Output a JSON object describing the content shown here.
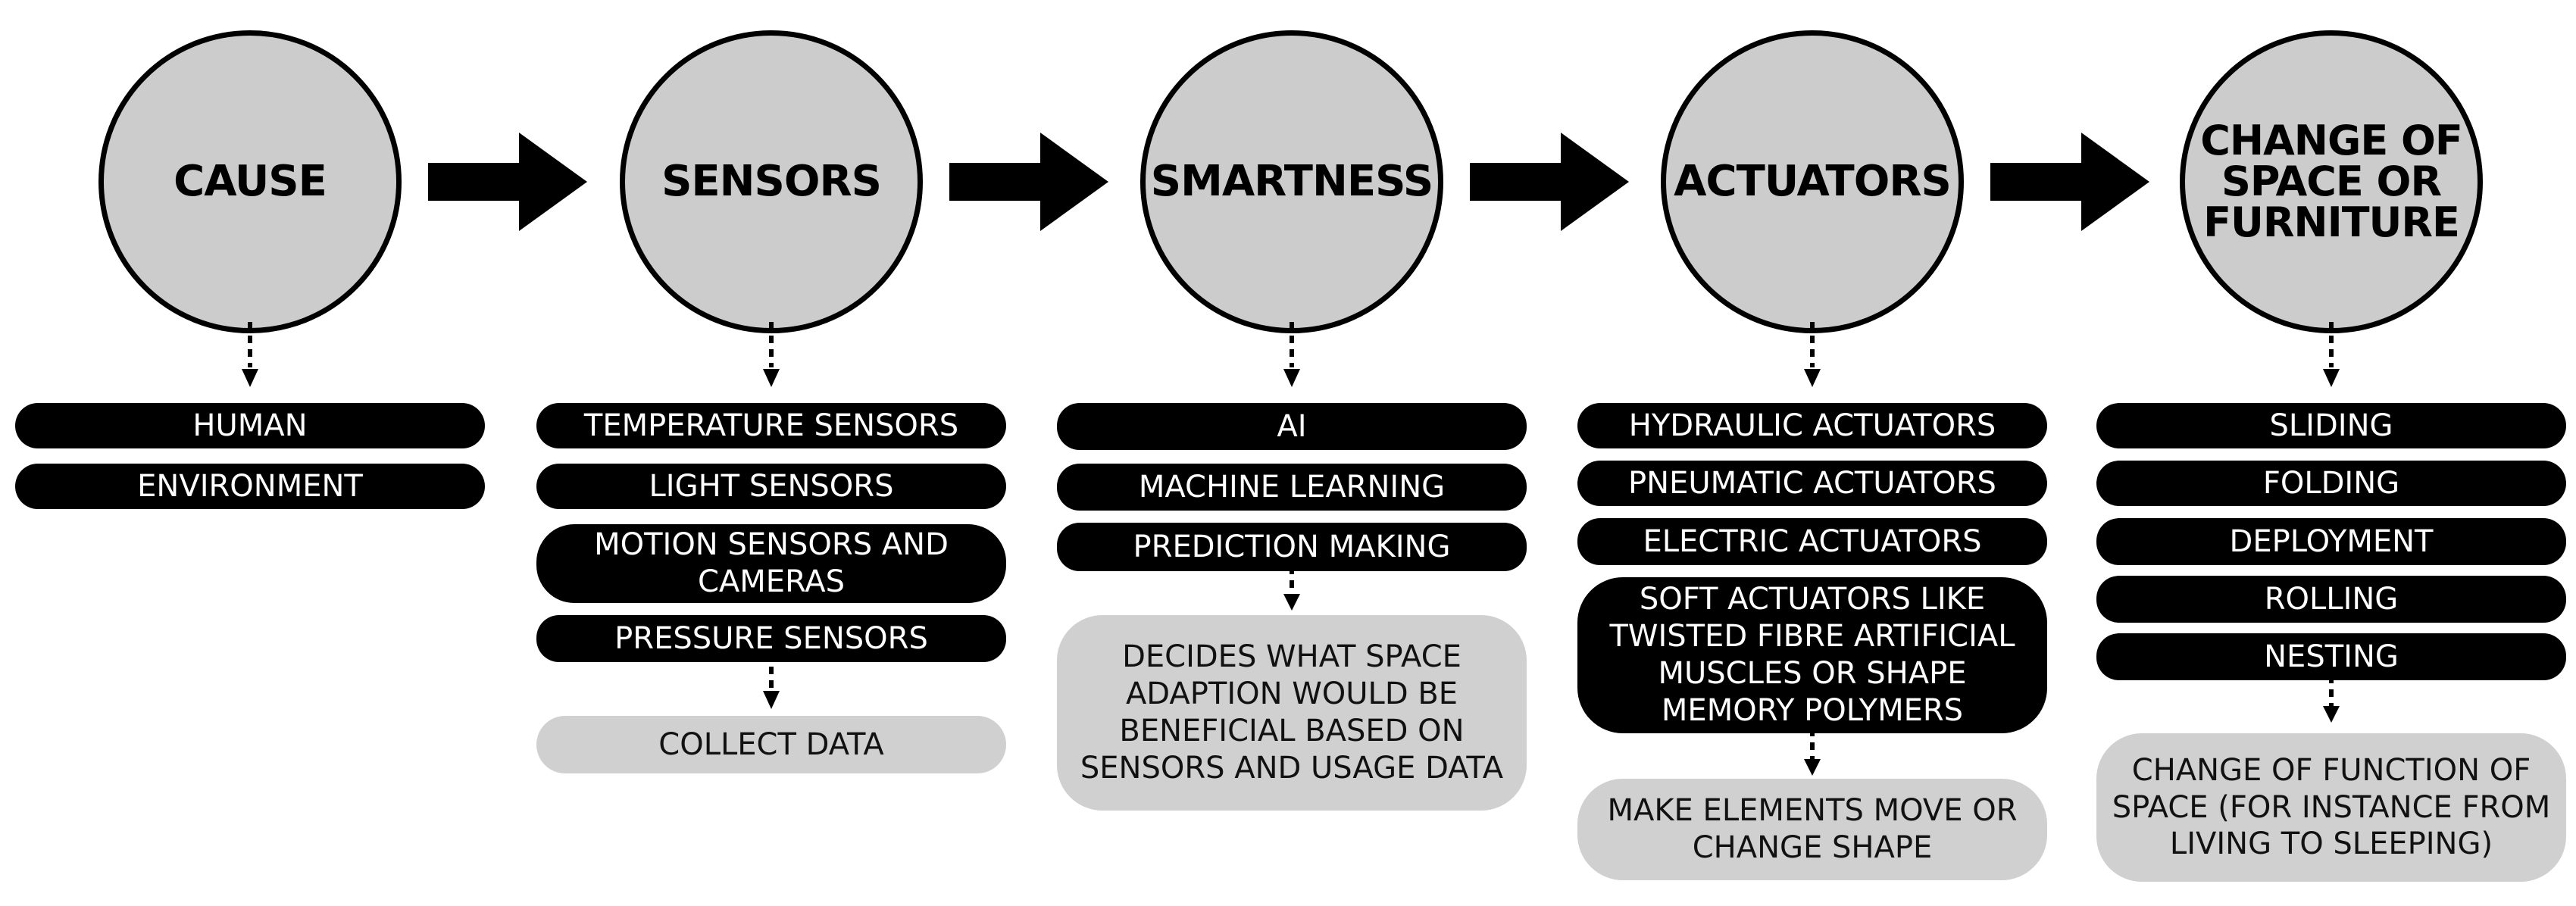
{
  "stages": [
    {
      "title": "CAUSE",
      "items": [
        "HUMAN",
        "ENVIRONMENT"
      ],
      "result": ""
    },
    {
      "title": "SENSORS",
      "items": [
        "TEMPERATURE SENSORS",
        "LIGHT SENSORS",
        "MOTION SENSORS AND CAMERAS",
        "PRESSURE SENSORS"
      ],
      "result": "COLLECT DATA"
    },
    {
      "title": "SMARTNESS",
      "items": [
        "AI",
        "MACHINE LEARNING",
        "PREDICTION MAKING"
      ],
      "result": "DECIDES WHAT SPACE ADAPTION WOULD BE BENEFICIAL BASED ON SENSORS AND USAGE DATA"
    },
    {
      "title": "ACTUATORS",
      "items": [
        "HYDRAULIC ACTUATORS",
        "PNEUMATIC ACTUATORS",
        "ELECTRIC ACTUATORS",
        "SOFT ACTUATORS LIKE TWISTED FIBRE ARTIFICIAL MUSCLES OR SHAPE MEMORY POLYMERS"
      ],
      "result": "MAKE ELEMENTS MOVE OR CHANGE SHAPE"
    },
    {
      "title": "CHANGE OF SPACE OR FURNITURE",
      "items": [
        "SLIDING",
        "FOLDING",
        "DEPLOYMENT",
        "ROLLING",
        "NESTING"
      ],
      "result": "CHANGE OF FUNCTION OF SPACE (FOR INSTANCE FROM LIVING TO SLEEPING)"
    }
  ],
  "colors": {
    "circle_fill": "#cccccc",
    "item_fill": "#000000",
    "result_fill": "#d0d0d0",
    "arrow": "#000000"
  }
}
